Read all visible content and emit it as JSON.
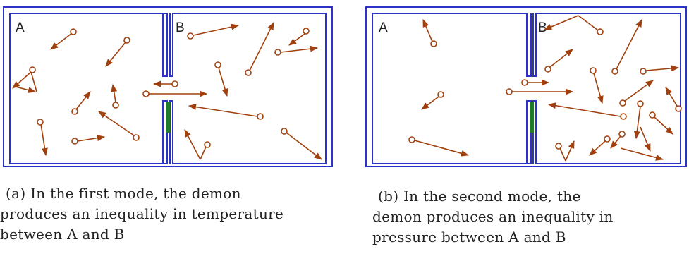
{
  "colors": {
    "wall": "#2a32c8",
    "arrow": "#a0400e",
    "door": "#1f7a2a",
    "text": "#222222"
  },
  "panels": [
    {
      "room_labels": [
        "A",
        "B"
      ],
      "caption_lines": [
        "(a) In the first mode, the demon",
        "produces an inequality in temperature",
        "between A and B"
      ]
    },
    {
      "room_labels": [
        "A",
        "B"
      ],
      "caption_lines": [
        "(b) In the second mode, the",
        "demon produces an inequality in",
        "pressure between A and B"
      ]
    }
  ]
}
